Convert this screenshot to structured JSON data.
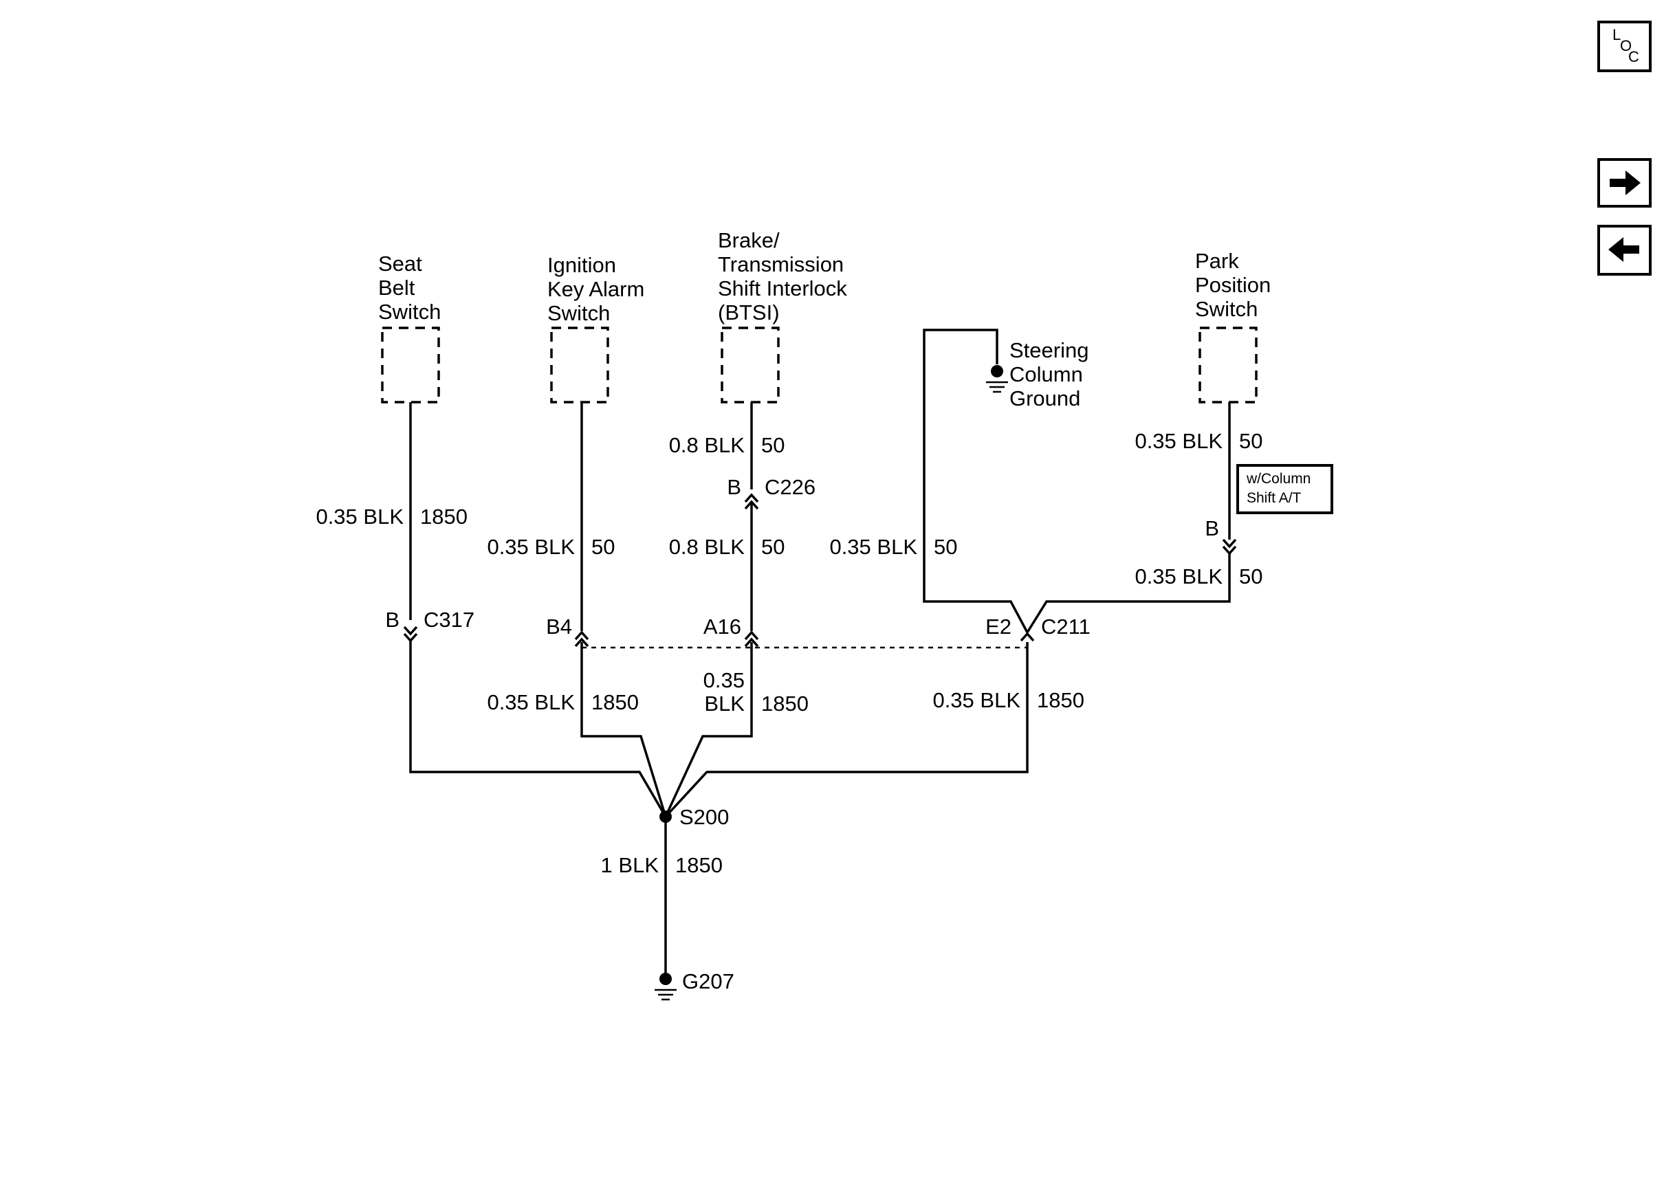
{
  "components": {
    "seat_belt_switch": [
      "Seat",
      "Belt",
      "Switch"
    ],
    "ignition_key_alarm_switch": [
      "Ignition",
      "Key Alarm",
      "Switch"
    ],
    "btsi": [
      "Brake/",
      "Transmission",
      "Shift Interlock",
      "(BTSI)"
    ],
    "steering_column_ground": [
      "Steering",
      "Column",
      "Ground"
    ],
    "park_position_switch": [
      "Park",
      "Position",
      "Switch"
    ]
  },
  "wires": {
    "seat_belt_upper": {
      "size": "0.35 BLK",
      "circuit": "1850"
    },
    "ignition_upper": {
      "size": "0.35 BLK",
      "circuit": "50"
    },
    "btsi_top": {
      "size": "0.8 BLK",
      "circuit": "50"
    },
    "btsi_mid": {
      "size": "0.8 BLK",
      "circuit": "50"
    },
    "steering_upper": {
      "size": "0.35 BLK",
      "circuit": "50"
    },
    "park_top": {
      "size": "0.35 BLK",
      "circuit": "50"
    },
    "park_mid": {
      "size": "0.35 BLK",
      "circuit": "50"
    },
    "ignition_lower": {
      "size": "0.35 BLK",
      "circuit": "1850"
    },
    "btsi_lower": {
      "size_line1": "0.35",
      "size_line2": "BLK",
      "circuit": "1850"
    },
    "c211_lower": {
      "size": "0.35 BLK",
      "circuit": "1850"
    },
    "main_ground": {
      "size": "1 BLK",
      "circuit": "1850"
    }
  },
  "connectors": {
    "c317": {
      "pin": "B",
      "name": "C317"
    },
    "c226": {
      "pin": "B",
      "name": "C226"
    },
    "c211_b4": {
      "pin": "B4"
    },
    "c211_a16": {
      "pin": "A16"
    },
    "c211_e2": {
      "pin": "E2",
      "name": "C211"
    },
    "park_inline": {
      "pin": "B"
    }
  },
  "splice": {
    "name": "S200"
  },
  "ground": {
    "name": "G207"
  },
  "option_box": {
    "line1": "w/Column",
    "line2": "Shift A/T"
  },
  "nav": {
    "loc": {
      "l": "L",
      "o": "O",
      "c": "C"
    }
  }
}
